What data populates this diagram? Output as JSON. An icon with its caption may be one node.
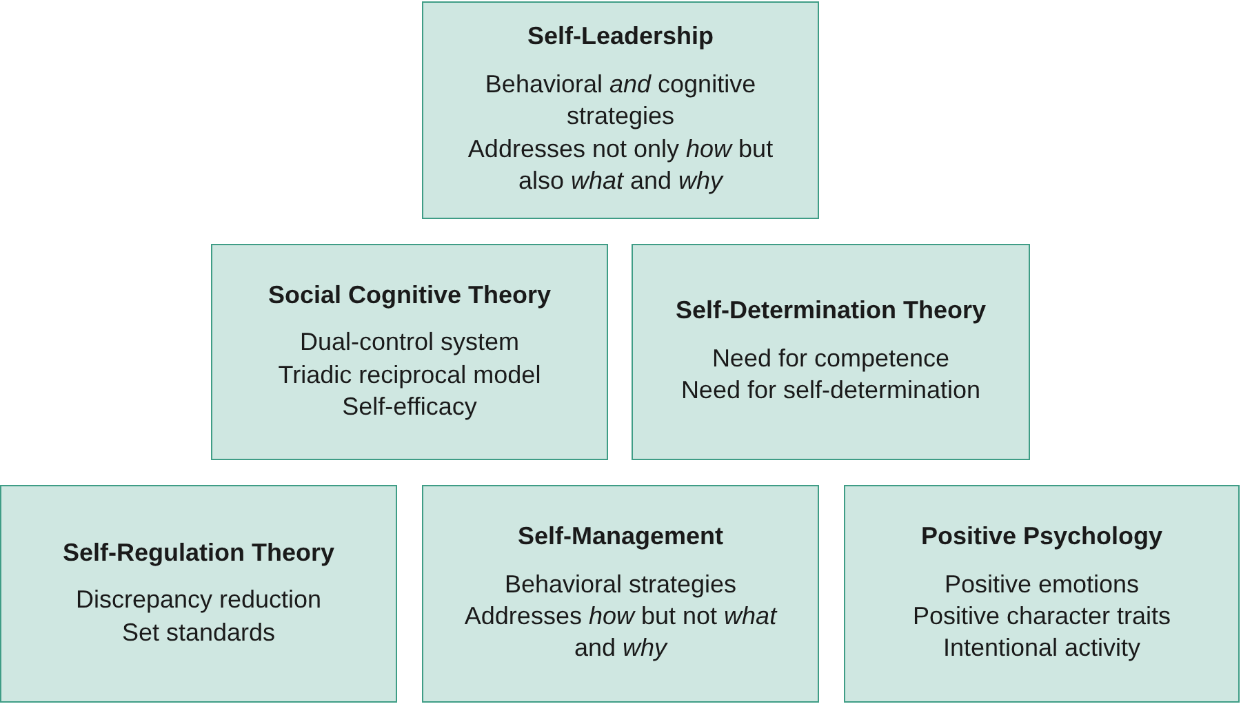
{
  "diagram": {
    "nodes": [
      {
        "text": [
          "Self-Leadership",
          "Behavioral *and* cognitive strategies",
          "Addresses not only *how* but also *what* and *why*"
        ]
      },
      {
        "text": [
          "Social Cognitive Theory",
          "Dual-control system",
          "Triadic reciprocal model",
          "Self-efficacy"
        ]
      },
      {
        "text": [
          "Self-Determination Theory",
          "Need for competence",
          "Need for self-determination"
        ]
      },
      {
        "text": [
          "Self-Regulation Theory",
          "Discrepancy reduction",
          "Set standards"
        ]
      },
      {
        "text": [
          "Self-Management",
          "Behavioral strategies",
          "Addresses *how* but not *what* and *why*"
        ]
      },
      {
        "text": [
          "Positive Psychology",
          "Positive emotions",
          "Positive character traits",
          "Intentional activity"
        ]
      }
    ]
  }
}
